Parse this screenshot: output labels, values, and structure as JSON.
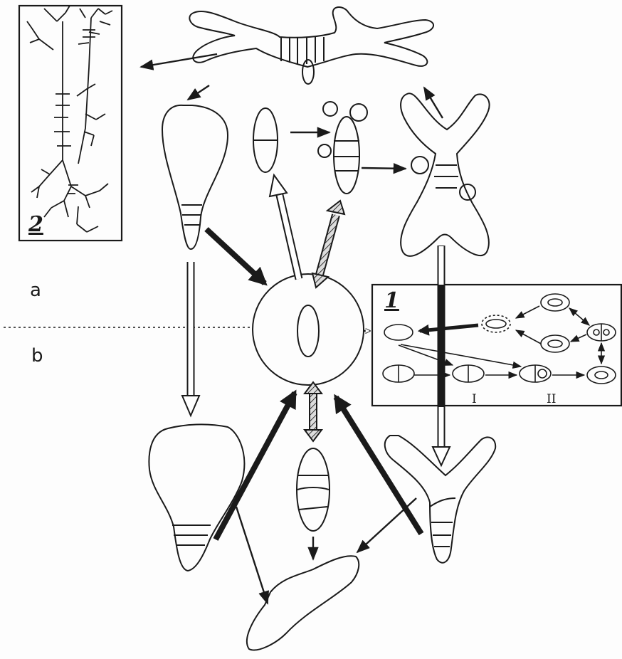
{
  "figure": {
    "side_labels": {
      "top": "a",
      "bottom": "b"
    },
    "inset_right": {
      "number": "1",
      "stage_marks": [
        "I",
        "II"
      ]
    },
    "inset_left": {
      "number": "2"
    }
  },
  "colors": {
    "ink": "#1a1a1a",
    "paper": "#fdfdfd"
  }
}
